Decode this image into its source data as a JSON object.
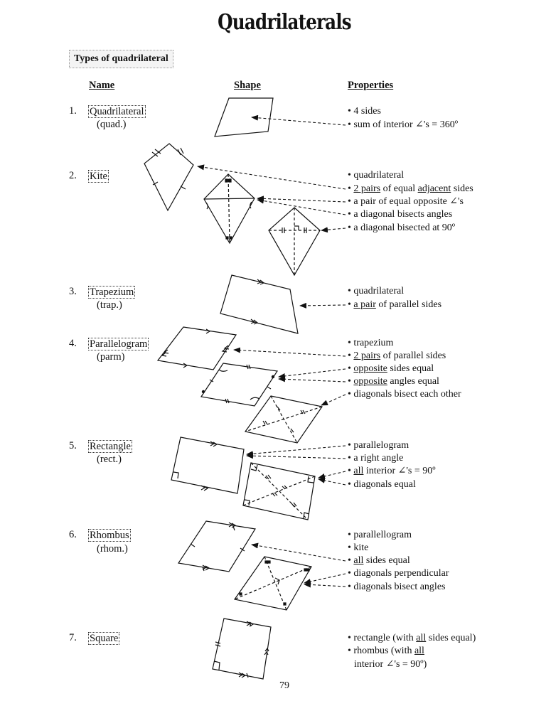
{
  "title": "Quadrilaterals",
  "section_heading": "Types of quadrilateral",
  "columns": {
    "name": "Name",
    "shape": "Shape",
    "properties": "Properties"
  },
  "items": [
    {
      "num": "1.",
      "name": "Quadrilateral",
      "abbr": "(quad.)",
      "props": [
        "• 4 sides",
        "• sum of interior ∠'s = 360º"
      ]
    },
    {
      "num": "2.",
      "name": "Kite",
      "abbr": "",
      "props": [
        "• quadrilateral",
        "• 2 pairs of equal adjacent sides",
        "• a pair of equal opposite ∠'s",
        "• a diagonal bisects angles",
        "• a diagonal bisected at 90º"
      ]
    },
    {
      "num": "3.",
      "name": "Trapezium",
      "abbr": "(trap.)",
      "props": [
        "• quadrilateral",
        "• a pair of parallel sides"
      ]
    },
    {
      "num": "4.",
      "name": "Parallelogram",
      "abbr": "(parm)",
      "props": [
        "• trapezium",
        "• 2 pairs of parallel sides",
        "• opposite sides equal",
        "• opposite angles equal",
        "• diagonals bisect each other"
      ]
    },
    {
      "num": "5.",
      "name": "Rectangle",
      "abbr": "(rect.)",
      "props": [
        "• parallelogram",
        "• a right angle",
        "• all interior ∠'s = 90º",
        "• diagonals equal"
      ]
    },
    {
      "num": "6.",
      "name": "Rhombus",
      "abbr": "(rhom.)",
      "props": [
        "• parallellogram",
        "• kite",
        "• all sides equal",
        "• diagonals perpendicular",
        "• diagonals bisect angles"
      ]
    },
    {
      "num": "7.",
      "name": "Square",
      "abbr": "",
      "props": [
        "• rectangle (with all sides equal)",
        "• rhombus (with all",
        "interior ∠'s = 90º)"
      ]
    }
  ],
  "page_number": "79"
}
